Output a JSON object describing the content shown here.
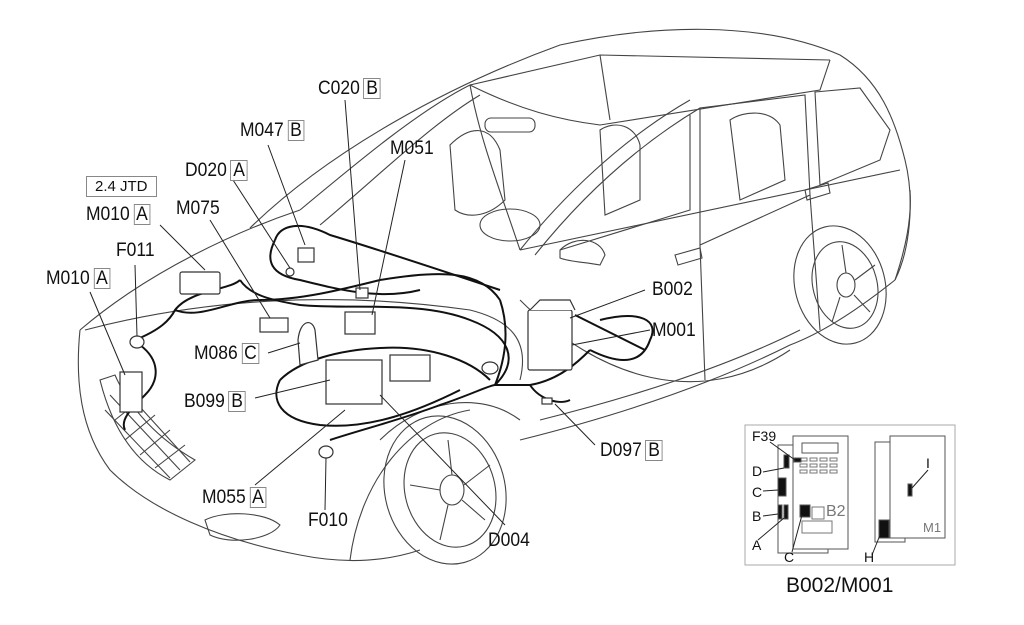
{
  "diagram": {
    "subject": "Vehicle wiring harness component location",
    "variant_tag": "2.4 JTD",
    "components": [
      {
        "id": "c020",
        "code": "C020",
        "connector": "B"
      },
      {
        "id": "m047",
        "code": "M047",
        "connector": "B"
      },
      {
        "id": "m051",
        "code": "M051",
        "connector": ""
      },
      {
        "id": "d020",
        "code": "D020",
        "connector": "A"
      },
      {
        "id": "m010-jtd",
        "code": "M010",
        "connector": "A"
      },
      {
        "id": "m075",
        "code": "M075",
        "connector": ""
      },
      {
        "id": "f011",
        "code": "F011",
        "connector": ""
      },
      {
        "id": "m010",
        "code": "M010",
        "connector": "A"
      },
      {
        "id": "m086",
        "code": "M086",
        "connector": "C"
      },
      {
        "id": "b099",
        "code": "B099",
        "connector": "B"
      },
      {
        "id": "m055",
        "code": "M055",
        "connector": "A"
      },
      {
        "id": "f010",
        "code": "F010",
        "connector": ""
      },
      {
        "id": "d004",
        "code": "D004",
        "connector": ""
      },
      {
        "id": "b002",
        "code": "B002",
        "connector": ""
      },
      {
        "id": "m001",
        "code": "M001",
        "connector": ""
      },
      {
        "id": "d097",
        "code": "D097",
        "connector": "B"
      }
    ],
    "inset": {
      "caption": "B002/M001",
      "fuse_label": "F39",
      "left_panel_label": "B2",
      "right_panel_label": "M1",
      "connector_labels": [
        "D",
        "C",
        "B",
        "A",
        "C",
        "H",
        "I"
      ]
    }
  }
}
